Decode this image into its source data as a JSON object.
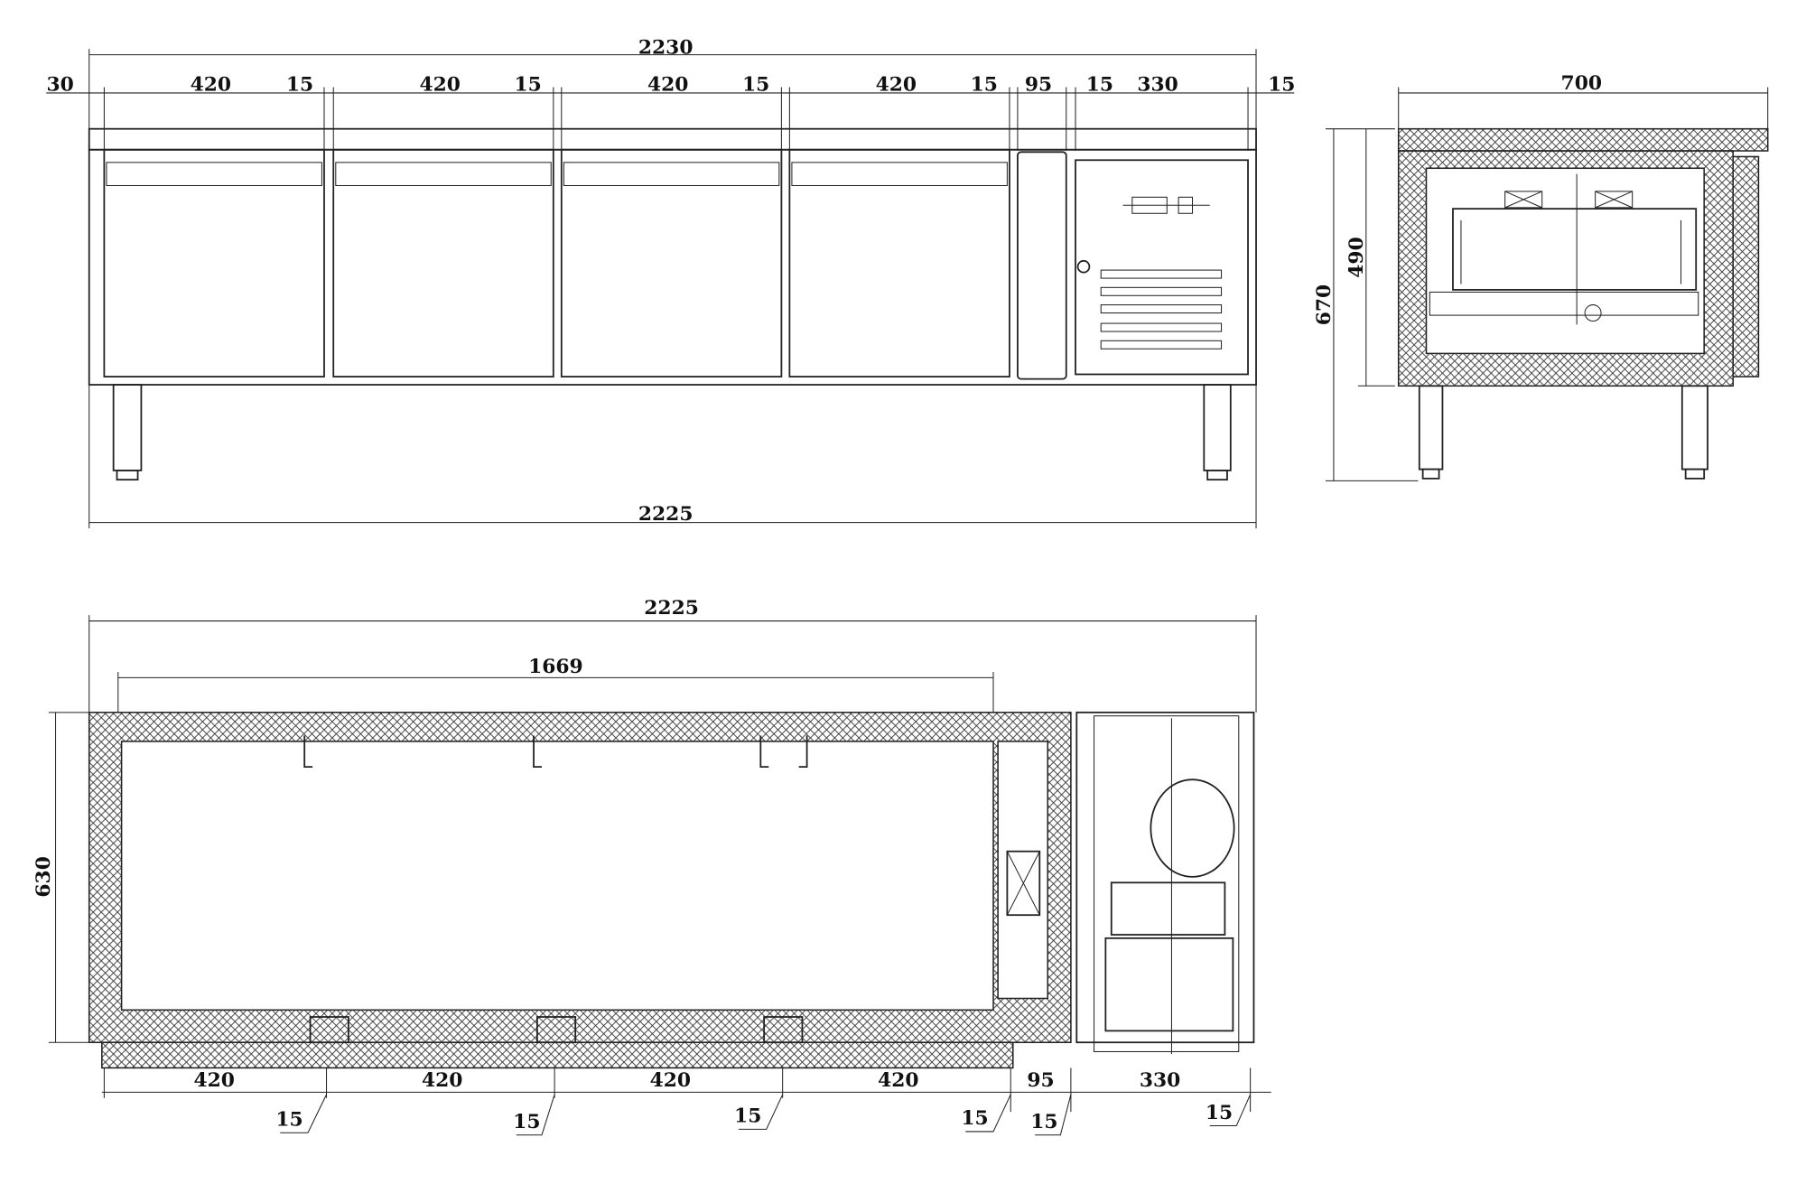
{
  "units": "mm",
  "front_view": {
    "overall_top": "2230",
    "overall_bottom": "2225",
    "segments": [
      "30",
      "420",
      "15",
      "420",
      "15",
      "420",
      "15",
      "420",
      "15",
      "95",
      "15",
      "330",
      "15"
    ]
  },
  "side_view": {
    "depth": "700",
    "height_total": "670",
    "height_body": "490"
  },
  "top_view": {
    "overall": "2225",
    "inner": "1669",
    "depth": "630",
    "bottom_segments": [
      "420",
      "420",
      "420",
      "420",
      "95",
      "330"
    ],
    "gaps": [
      "15",
      "15",
      "15",
      "15",
      "15",
      "15"
    ]
  }
}
